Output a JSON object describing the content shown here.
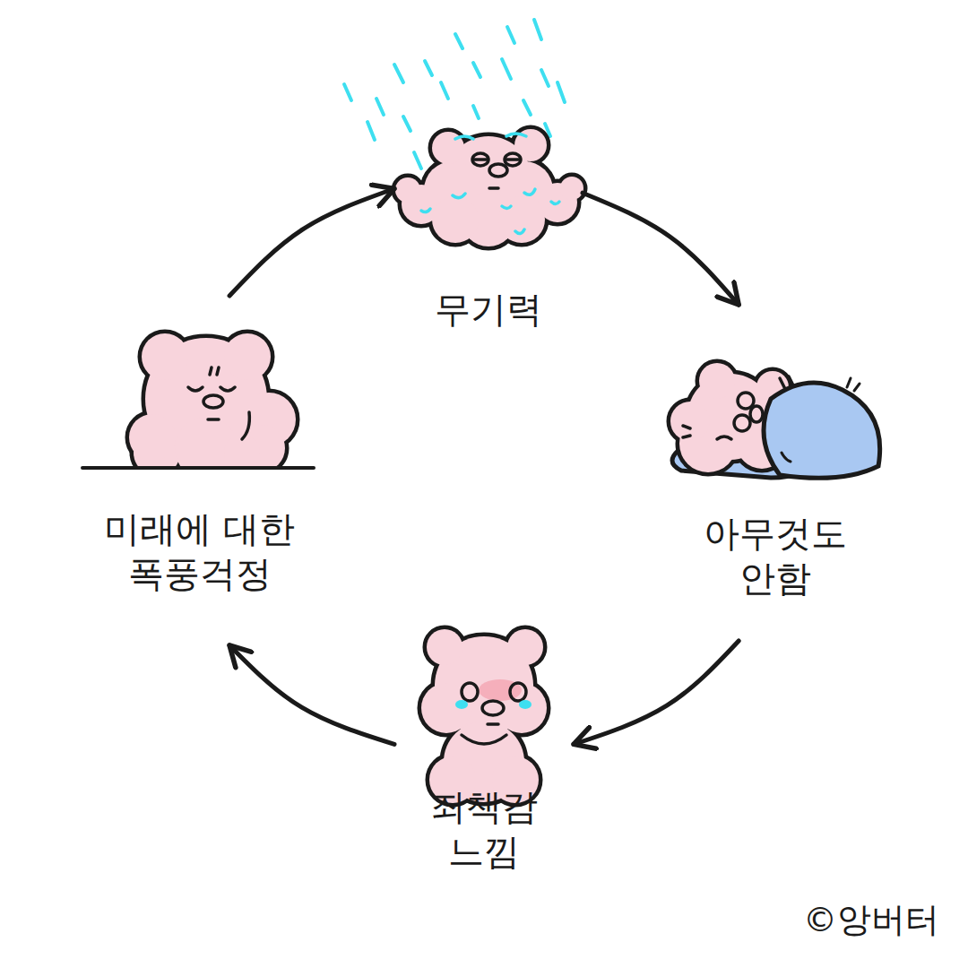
{
  "diagram": {
    "nodes": [
      {
        "text": [
          "무기력"
        ]
      },
      {
        "text": [
          "아무것도 안함"
        ]
      },
      {
        "text": [
          "죄책감 느낌"
        ]
      },
      {
        "text": [
          "미래에 대한 폭풍걱정"
        ]
      }
    ],
    "edges": [
      {
        "from": 0,
        "to": 1,
        "arrow": "to"
      },
      {
        "from": 1,
        "to": 2,
        "arrow": "to"
      },
      {
        "from": 2,
        "to": 3,
        "arrow": "to"
      },
      {
        "from": 3,
        "to": 0,
        "arrow": "to"
      }
    ],
    "labels": [
      "©앙버터"
    ]
  }
}
